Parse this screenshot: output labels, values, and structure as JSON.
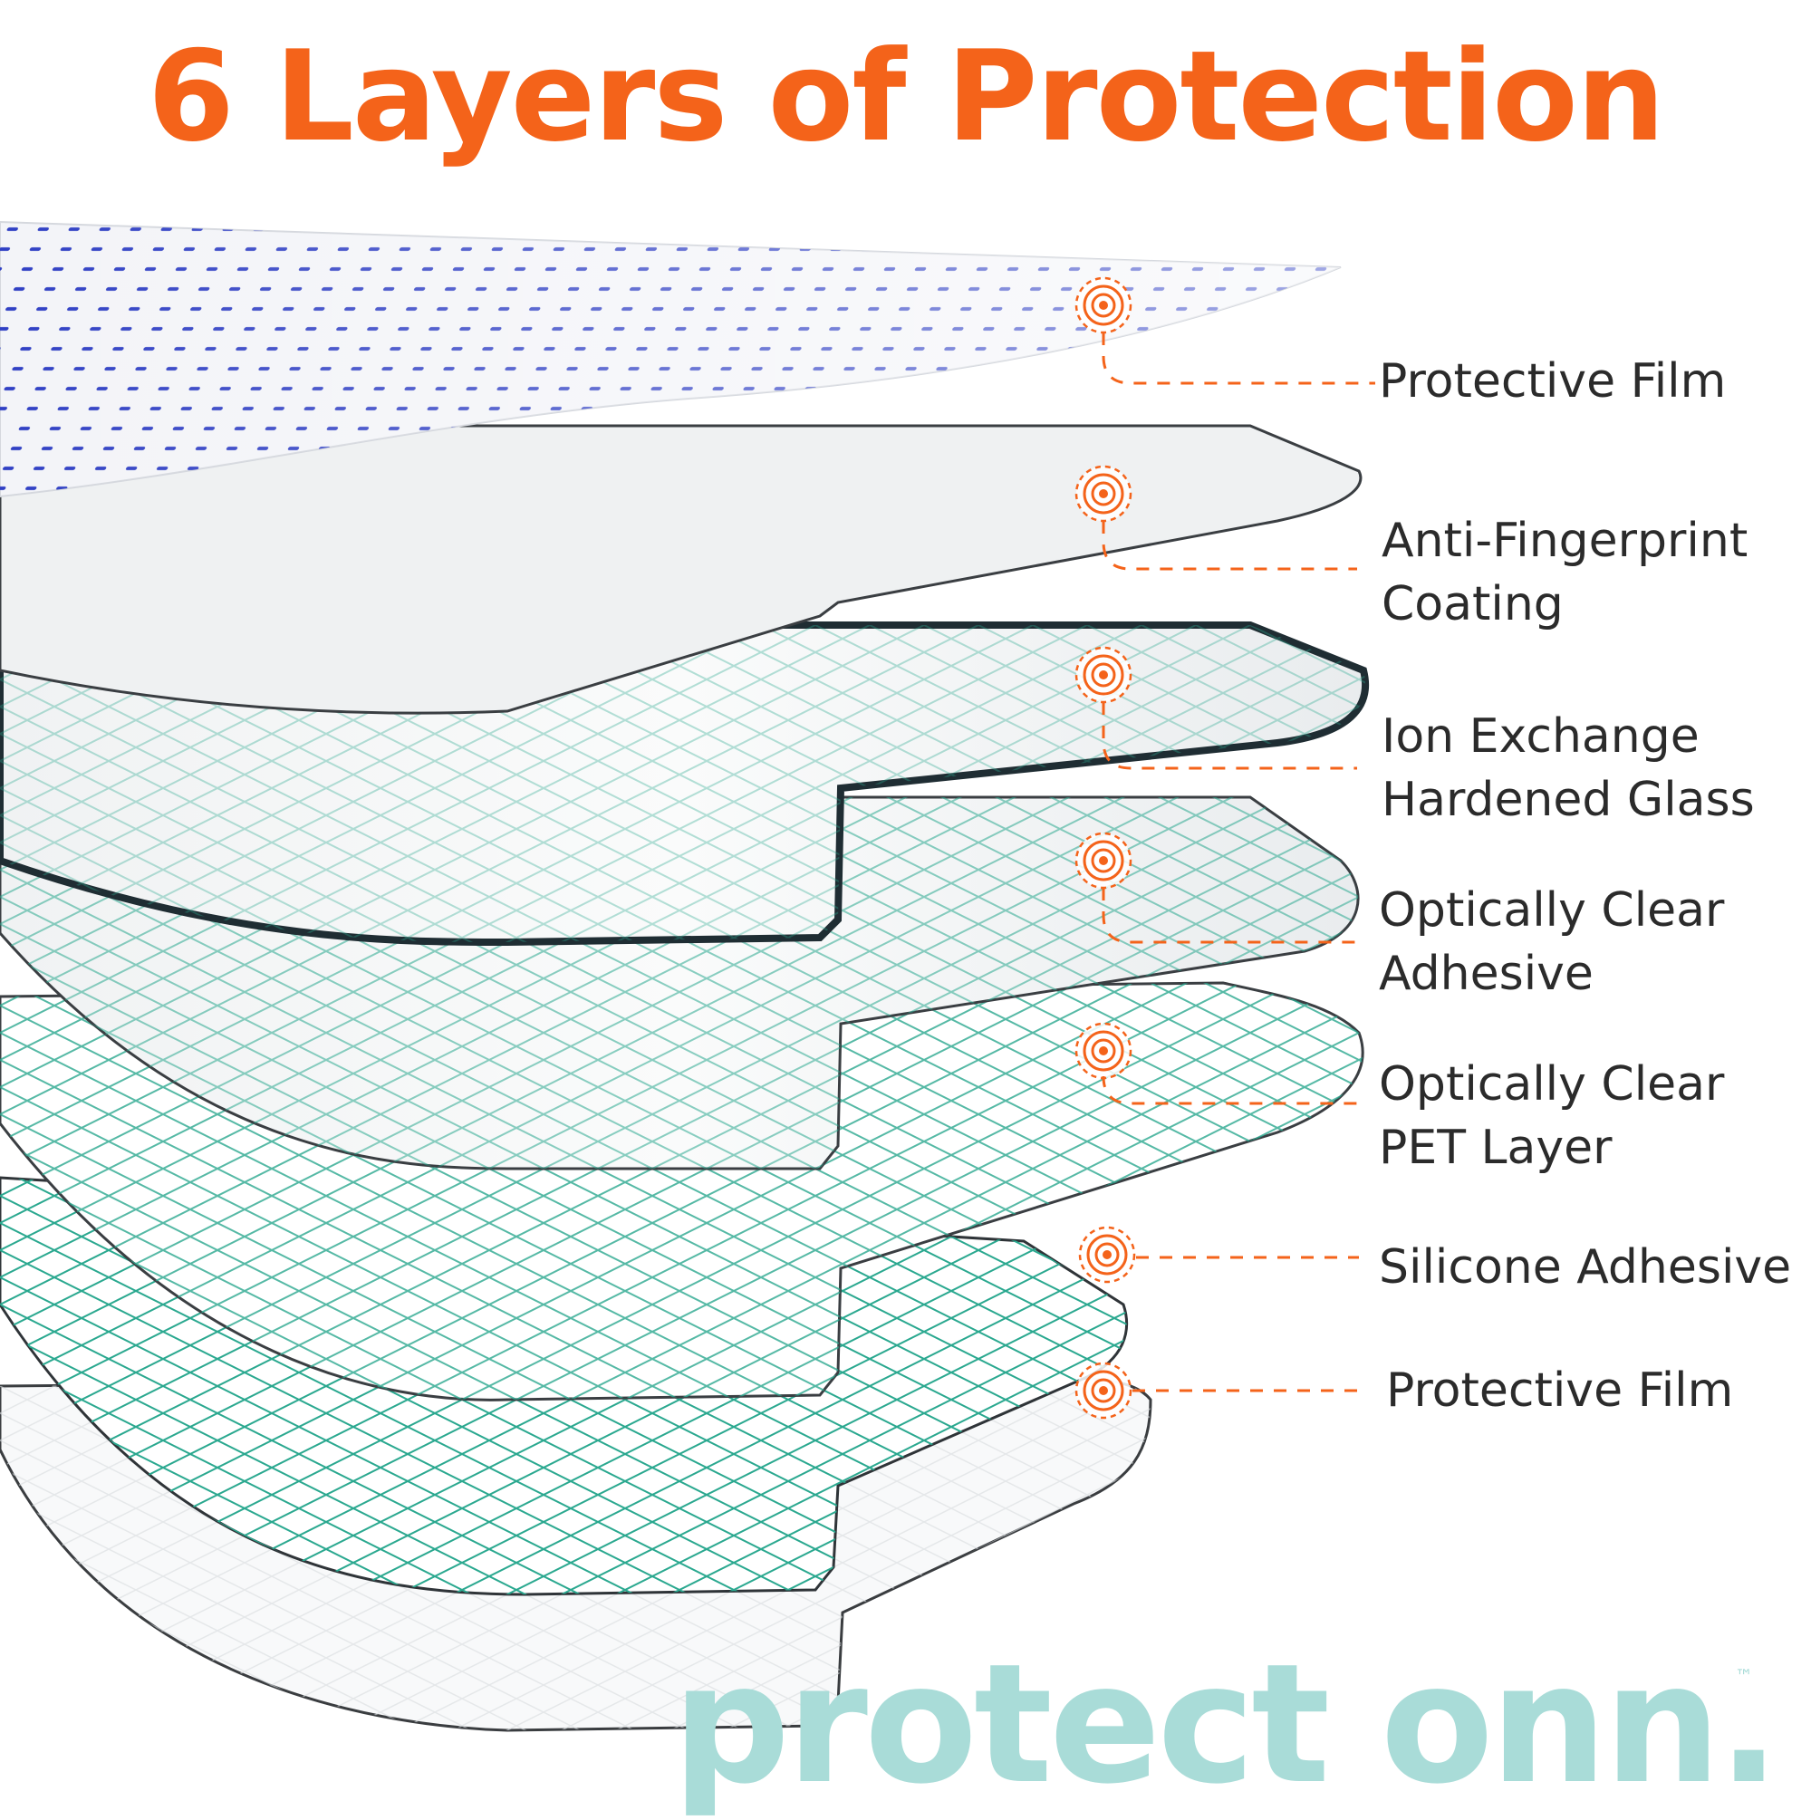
{
  "headline": "6 Layers of Protection",
  "layers": [
    {
      "label": [
        "Protective Film"
      ]
    },
    {
      "label": [
        "Anti-Fingerprint",
        "Coating"
      ]
    },
    {
      "label": [
        "Ion Exchange",
        "Hardened Glass"
      ]
    },
    {
      "label": [
        "Optically Clear",
        "Adhesive"
      ]
    },
    {
      "label": [
        "Optically Clear",
        "PET Layer"
      ]
    },
    {
      "label": [
        "Silicone Adhesive"
      ]
    },
    {
      "label": [
        "Protective Film"
      ]
    }
  ],
  "brand": {
    "name": "protect onn.",
    "trademark": "™"
  },
  "colors": {
    "accent": "#f4631a",
    "brand": "#a9dcd8",
    "dots": "#2f3fc4",
    "mesh": "#2aa88f",
    "glass_edge": "#1f2d33",
    "label_text": "#2b2b2b"
  },
  "icons": {
    "marker": "target-ring-icon"
  }
}
